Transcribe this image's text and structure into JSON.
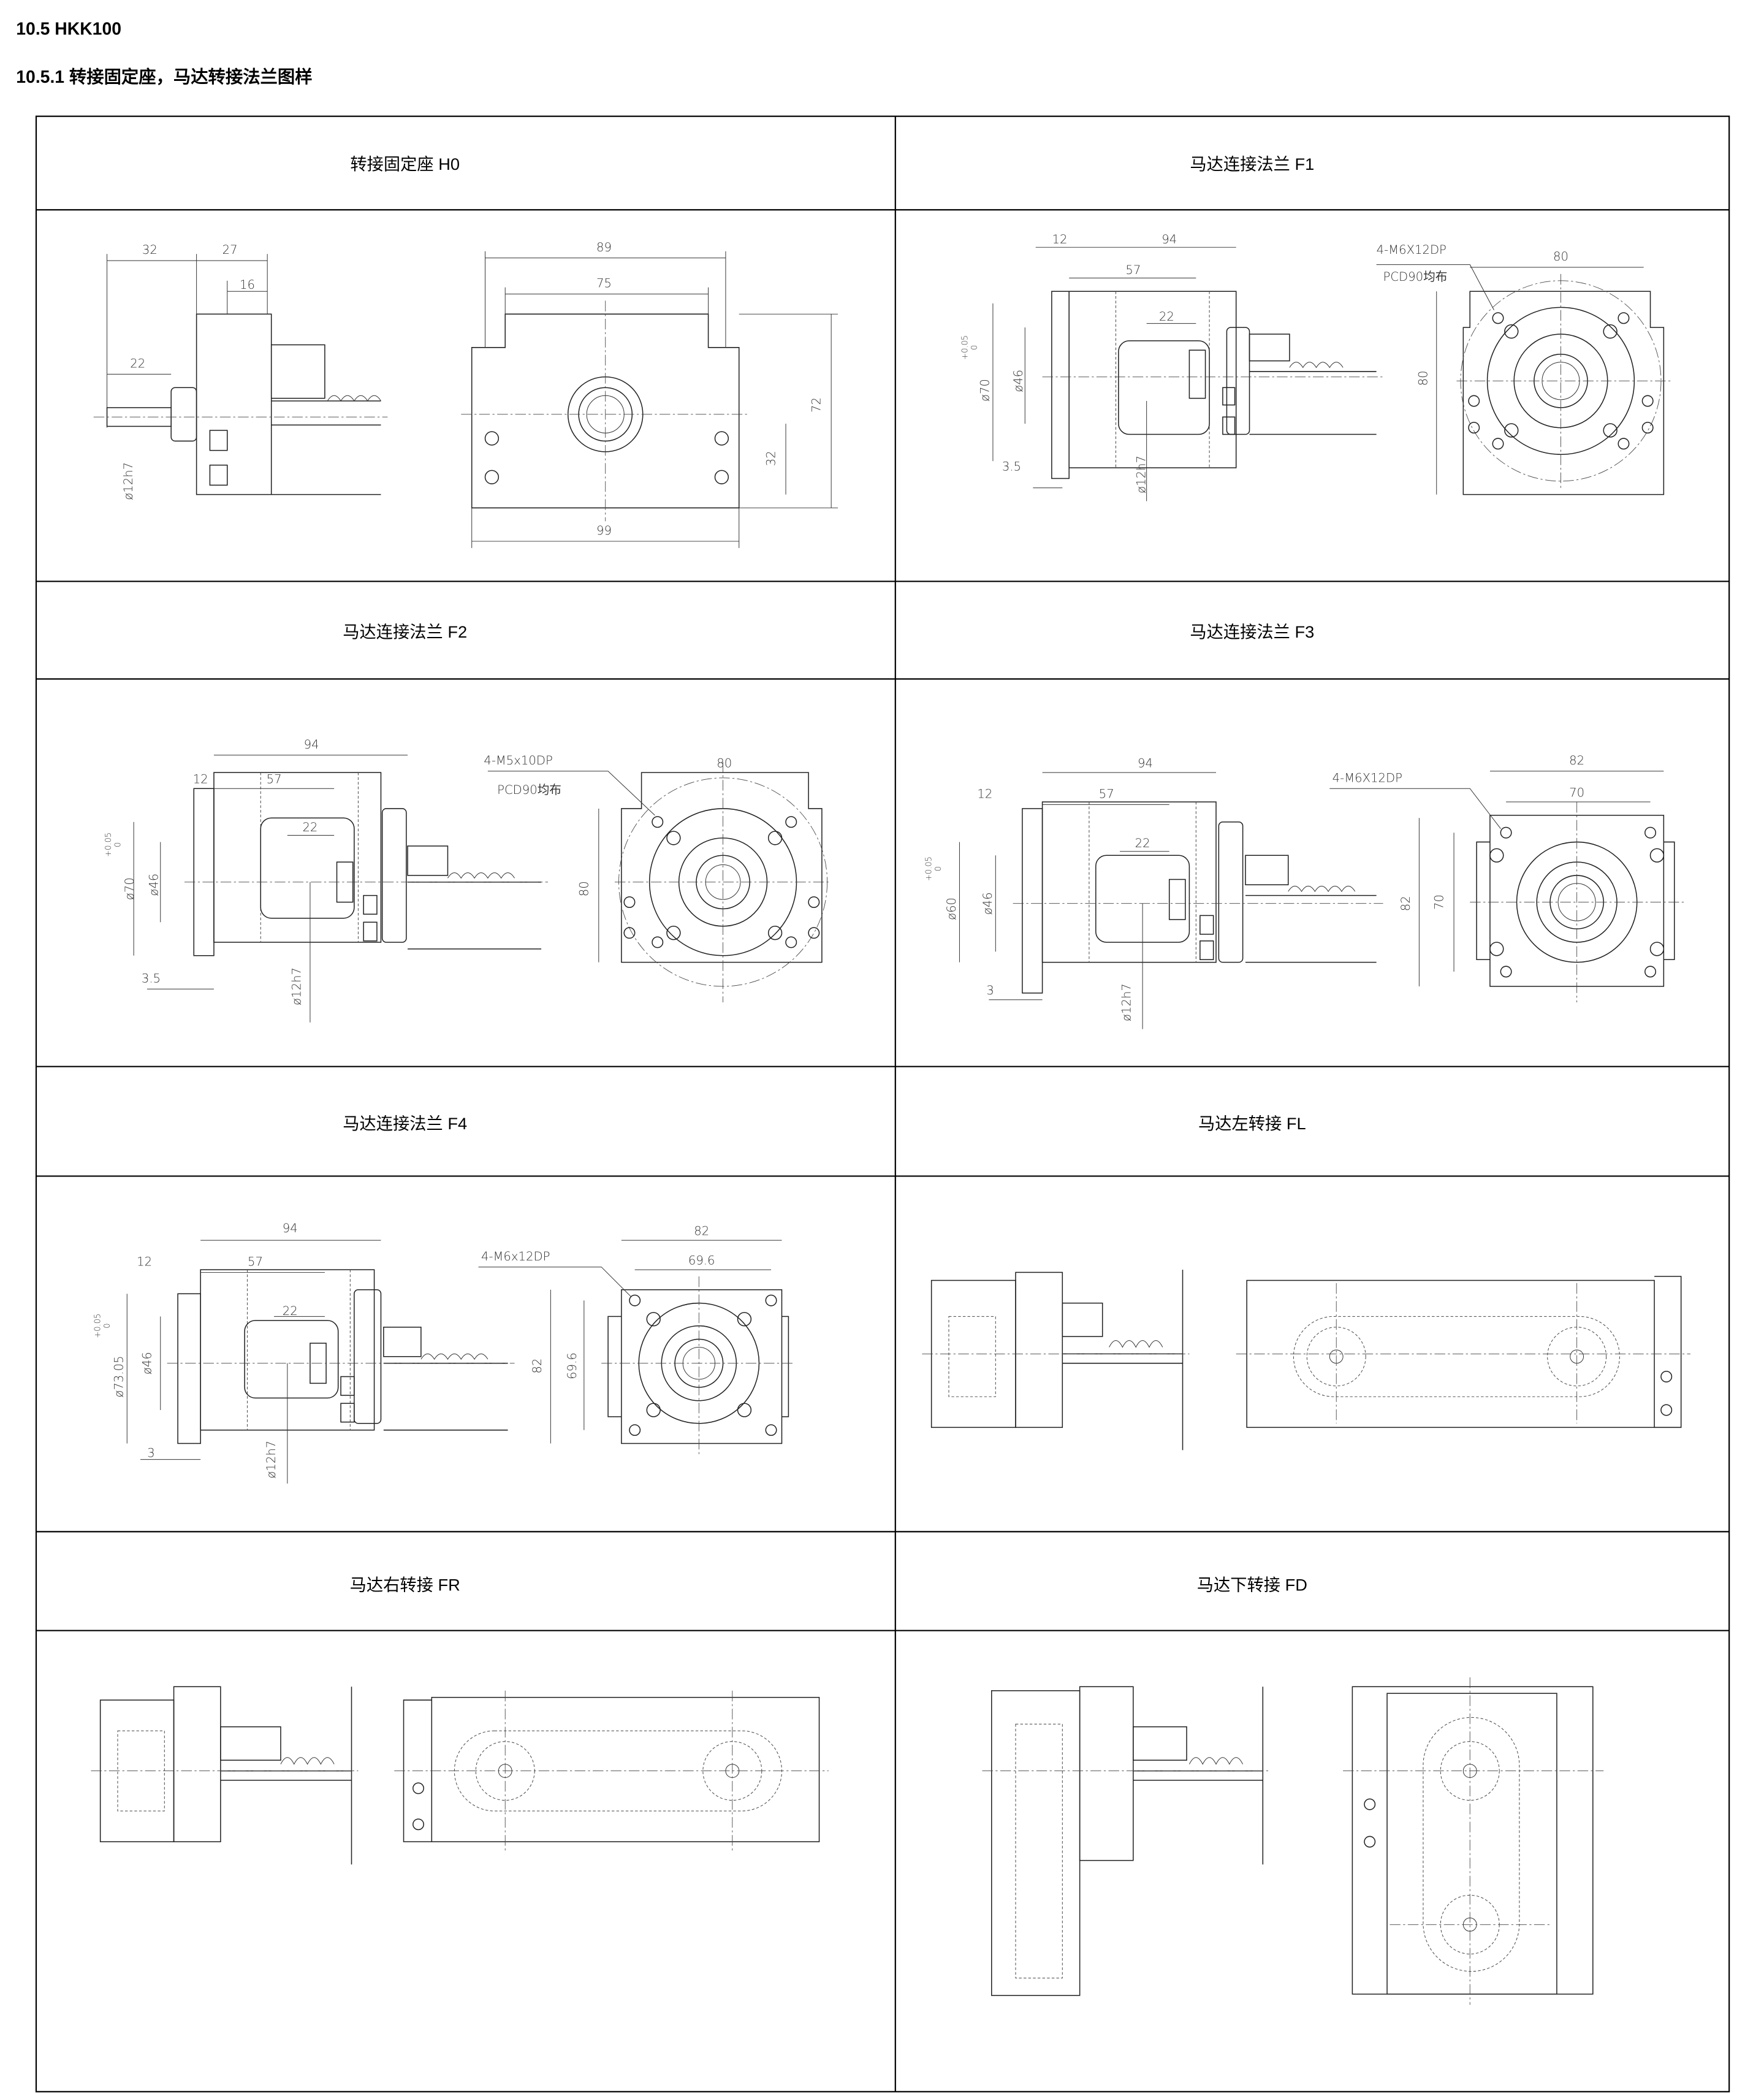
{
  "heading": "10.5 HKK100",
  "subheading": "10.5.1 转接固定座，马达转接法兰图样",
  "cells": {
    "h0": {
      "title": "转接固定座 H0",
      "dims": [
        "32",
        "27",
        "16",
        "22",
        "ø12h7",
        "89",
        "75",
        "99",
        "72",
        "32"
      ]
    },
    "f1": {
      "title": "马达连接法兰 F1",
      "dims": [
        "12",
        "94",
        "57",
        "22",
        "ø70",
        "+0.05",
        "0",
        "ø46",
        "3.5",
        "ø12h7",
        "4-M6X12DP",
        "PCD90均布",
        "80",
        "80"
      ]
    },
    "f2": {
      "title": "马达连接法兰 F2",
      "dims": [
        "94",
        "12",
        "57",
        "22",
        "ø70",
        "+0.05",
        "0",
        "ø46",
        "3.5",
        "ø12h7",
        "4-M5x10DP",
        "PCD90均布",
        "80",
        "80"
      ]
    },
    "f3": {
      "title": "马达连接法兰 F3",
      "dims": [
        "94",
        "12",
        "57",
        "22",
        "ø60",
        "+0.05",
        "0",
        "ø46",
        "3",
        "ø12h7",
        "4-M6X12DP",
        "82",
        "70",
        "82",
        "70"
      ]
    },
    "f4": {
      "title": "马达连接法兰 F4",
      "dims": [
        "94",
        "12",
        "57",
        "22",
        "ø73.05",
        "+0.05",
        "0",
        "ø46",
        "3",
        "ø12h7",
        "4-M6x12DP",
        "82",
        "69.6",
        "82",
        "69.6"
      ]
    },
    "fl": {
      "title": "马达左转接 FL"
    },
    "fr": {
      "title": "马达右转接 FR"
    },
    "fd": {
      "title": "马达下转接 FD"
    }
  }
}
